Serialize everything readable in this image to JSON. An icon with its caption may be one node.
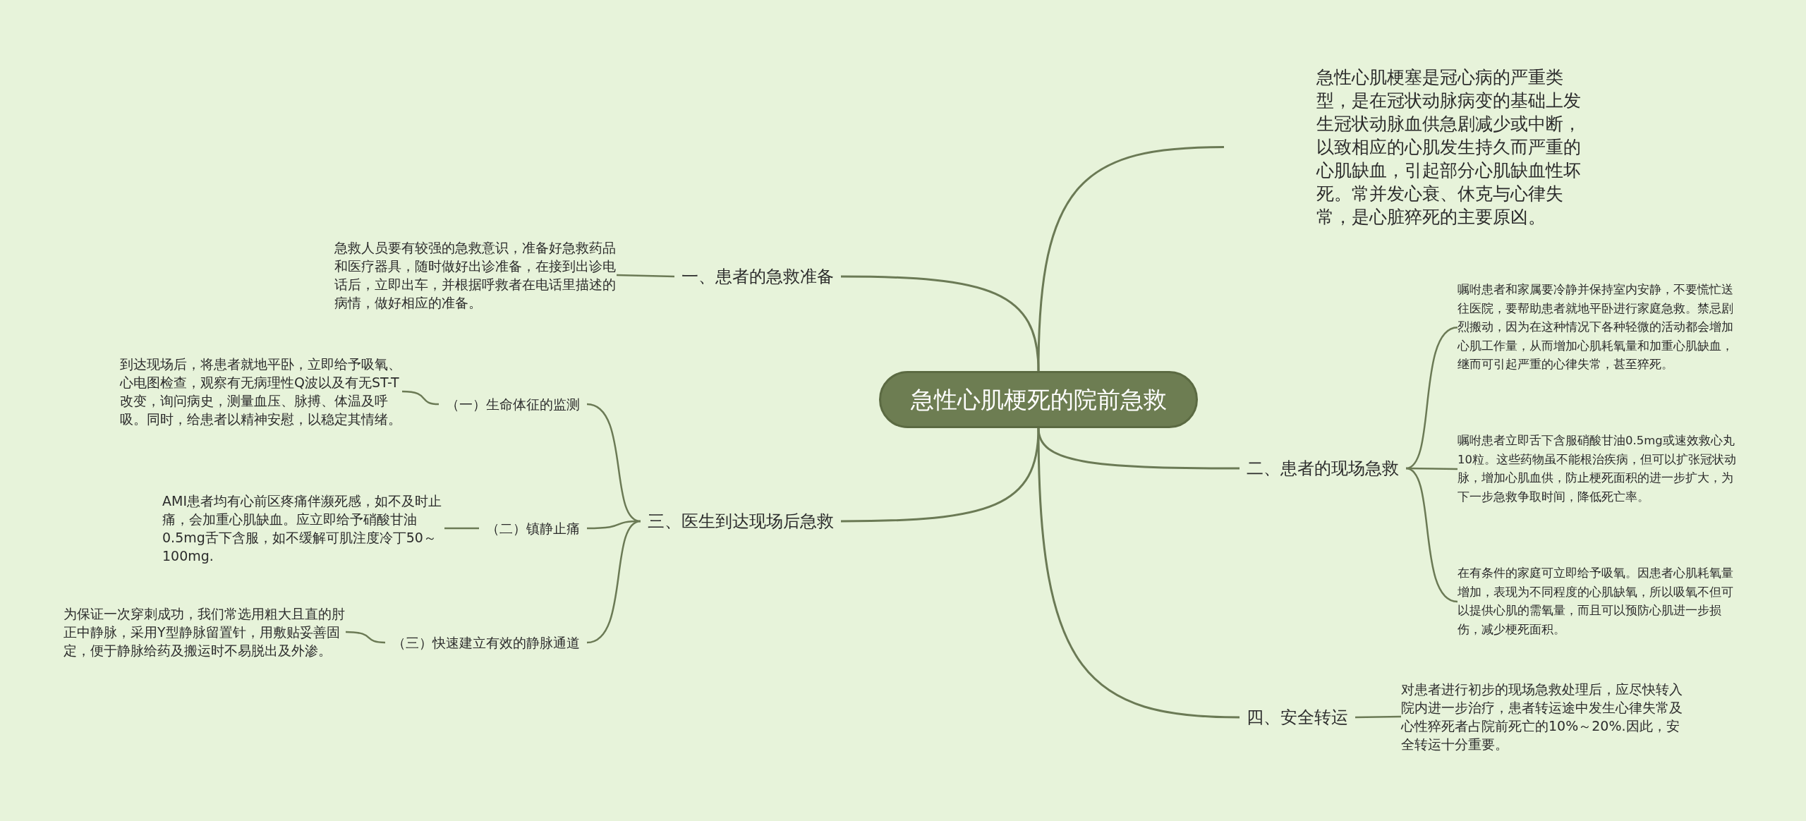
{
  "diagram": {
    "nodes": [
      {
        "text": [
          "急性心肌梗死的院前急救"
        ]
      },
      {
        "text": [
          "急性心肌梗塞是冠心病的严重类型，是在冠状动脉病变的基础上发生冠状动脉血供急剧减少或中断，以致相应的心肌发生持久而严重的心肌缺血，引起部分心肌缺血性坏死。常并发心衰、休克与心律失常，是心脏猝死的主要原凶。"
        ]
      },
      {
        "text": [
          "一、患者的急救准备"
        ]
      },
      {
        "text": [
          "急救人员要有较强的急救意识，准备好急救药品和医疗器具，随时做好出诊准备，在接到出诊电话后，立即出车，并根据呼救者在电话里描述的病情，做好相应的准备。"
        ]
      },
      {
        "text": [
          "二、患者的现场急救"
        ]
      },
      {
        "text": [
          "嘱咐患者和家属要冷静并保持室内安静，不要慌忙送往医院，要帮助患者就地平卧进行家庭急救。禁忌剧烈搬动，因为在这种情况下各种轻微的活动都会增加心肌工作量，从而增加心肌耗氧量和加重心肌缺血，继而可引起严重的心律失常，甚至猝死。"
        ]
      },
      {
        "text": [
          "嘱咐患者立即舌下含服硝酸甘油0.5mg或速效救心丸10粒。这些药物虽不能根治疾病，但可以扩张冠状动脉，增加心肌血供，防止梗死面积的进一步扩大，为下一步急救争取时间，降低死亡率。"
        ]
      },
      {
        "text": [
          "在有条件的家庭可立即给予吸氧。因患者心肌耗氧量增加，表现为不同程度的心肌缺氧，所以吸氧不但可以提供心肌的需氧量，而且可以预防心肌进一步损伤，减少梗死面积。"
        ]
      },
      {
        "text": [
          "三、医生到达现场后急救"
        ]
      },
      {
        "text": [
          "（一）生命体征的监测"
        ]
      },
      {
        "text": [
          "到达现场后，将患者就地平卧，立即给予吸氧、心电图检查，观察有无病理性Q波以及有无ST-T改变，询问病史，测量血压、脉搏、体温及呼吸。同时，给患者以精神安慰，以稳定其情绪。"
        ]
      },
      {
        "text": [
          "（二）镇静止痛"
        ]
      },
      {
        "text": [
          "AMI患者均有心前区疼痛伴濒死感，如不及时止痛，会加重心肌缺血。应立即给予硝酸甘油0.5mg舌下含服，如不缓解可肌注度冷丁50～100mg."
        ]
      },
      {
        "text": [
          "（三）快速建立有效的静脉通道"
        ]
      },
      {
        "text": [
          "为保证一次穿刺成功，我们常选用粗大且直的肘正中静脉，采用Y型静脉留置针，用敷贴妥善固定，便于静脉给药及搬运时不易脱出及外渗。"
        ]
      },
      {
        "text": [
          "四、安全转运"
        ]
      },
      {
        "text": [
          "对患者进行初步的现场急救处理后，应尽快转入院内进一步治疗，患者转运途中发生心律失常及心性猝死者占院前死亡的10%～20%.因此，安全转运十分重要。"
        ]
      }
    ],
    "edges": [
      {
        "from": 0,
        "to": 1,
        "arrow": "none"
      },
      {
        "from": 0,
        "to": 2,
        "arrow": "none"
      },
      {
        "from": 0,
        "to": 4,
        "arrow": "none"
      },
      {
        "from": 0,
        "to": 8,
        "arrow": "none"
      },
      {
        "from": 0,
        "to": 15,
        "arrow": "none"
      },
      {
        "from": 2,
        "to": 3,
        "arrow": "none"
      },
      {
        "from": 4,
        "to": 5,
        "arrow": "none"
      },
      {
        "from": 4,
        "to": 6,
        "arrow": "none"
      },
      {
        "from": 4,
        "to": 7,
        "arrow": "none"
      },
      {
        "from": 8,
        "to": 9,
        "arrow": "none"
      },
      {
        "from": 8,
        "to": 11,
        "arrow": "none"
      },
      {
        "from": 8,
        "to": 13,
        "arrow": "none"
      },
      {
        "from": 9,
        "to": 10,
        "arrow": "none"
      },
      {
        "from": 11,
        "to": 12,
        "arrow": "none"
      },
      {
        "from": 13,
        "to": 14,
        "arrow": "none"
      },
      {
        "from": 15,
        "to": 16,
        "arrow": "none"
      }
    ]
  }
}
